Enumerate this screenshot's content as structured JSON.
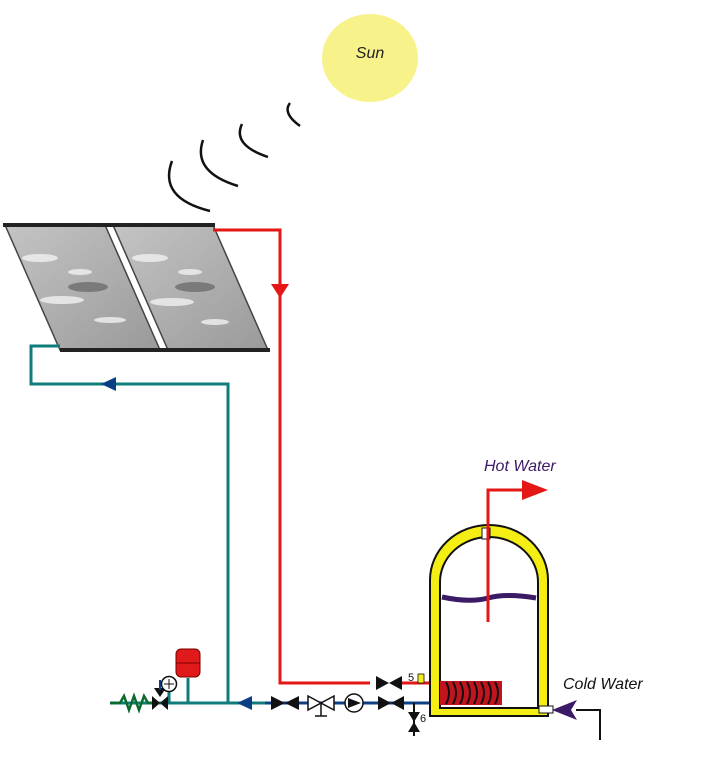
{
  "labels": {
    "sun": "Sun",
    "hot_water": "Hot Water",
    "cold_water": "Cold Water",
    "valve_5": "5",
    "valve_6": "6"
  },
  "colors": {
    "sun": "#f8f28a",
    "hot_pipe": "#e41616",
    "return_pipe": "#0f7b7b",
    "cold_pipe": "#3b1a66",
    "flow_arrow": "#0a3f86",
    "tank_wall": "#f4ee14",
    "panel": "#a8a8a8",
    "expansion_vessel": "#e01a1a",
    "coil": "#c2141e"
  },
  "icons": {
    "sun": "sun-icon",
    "radiation_waves": "sun-rays-icon",
    "solar_collectors": "solar-panel-icon",
    "expansion_vessel": "expansion-vessel-icon",
    "pressure_gauge": "pressure-gauge-icon",
    "safety_valve": "safety-valve-icon",
    "pump": "pump-icon",
    "heat_exchanger_coil": "coil-icon",
    "storage_tank": "storage-tank-icon"
  }
}
